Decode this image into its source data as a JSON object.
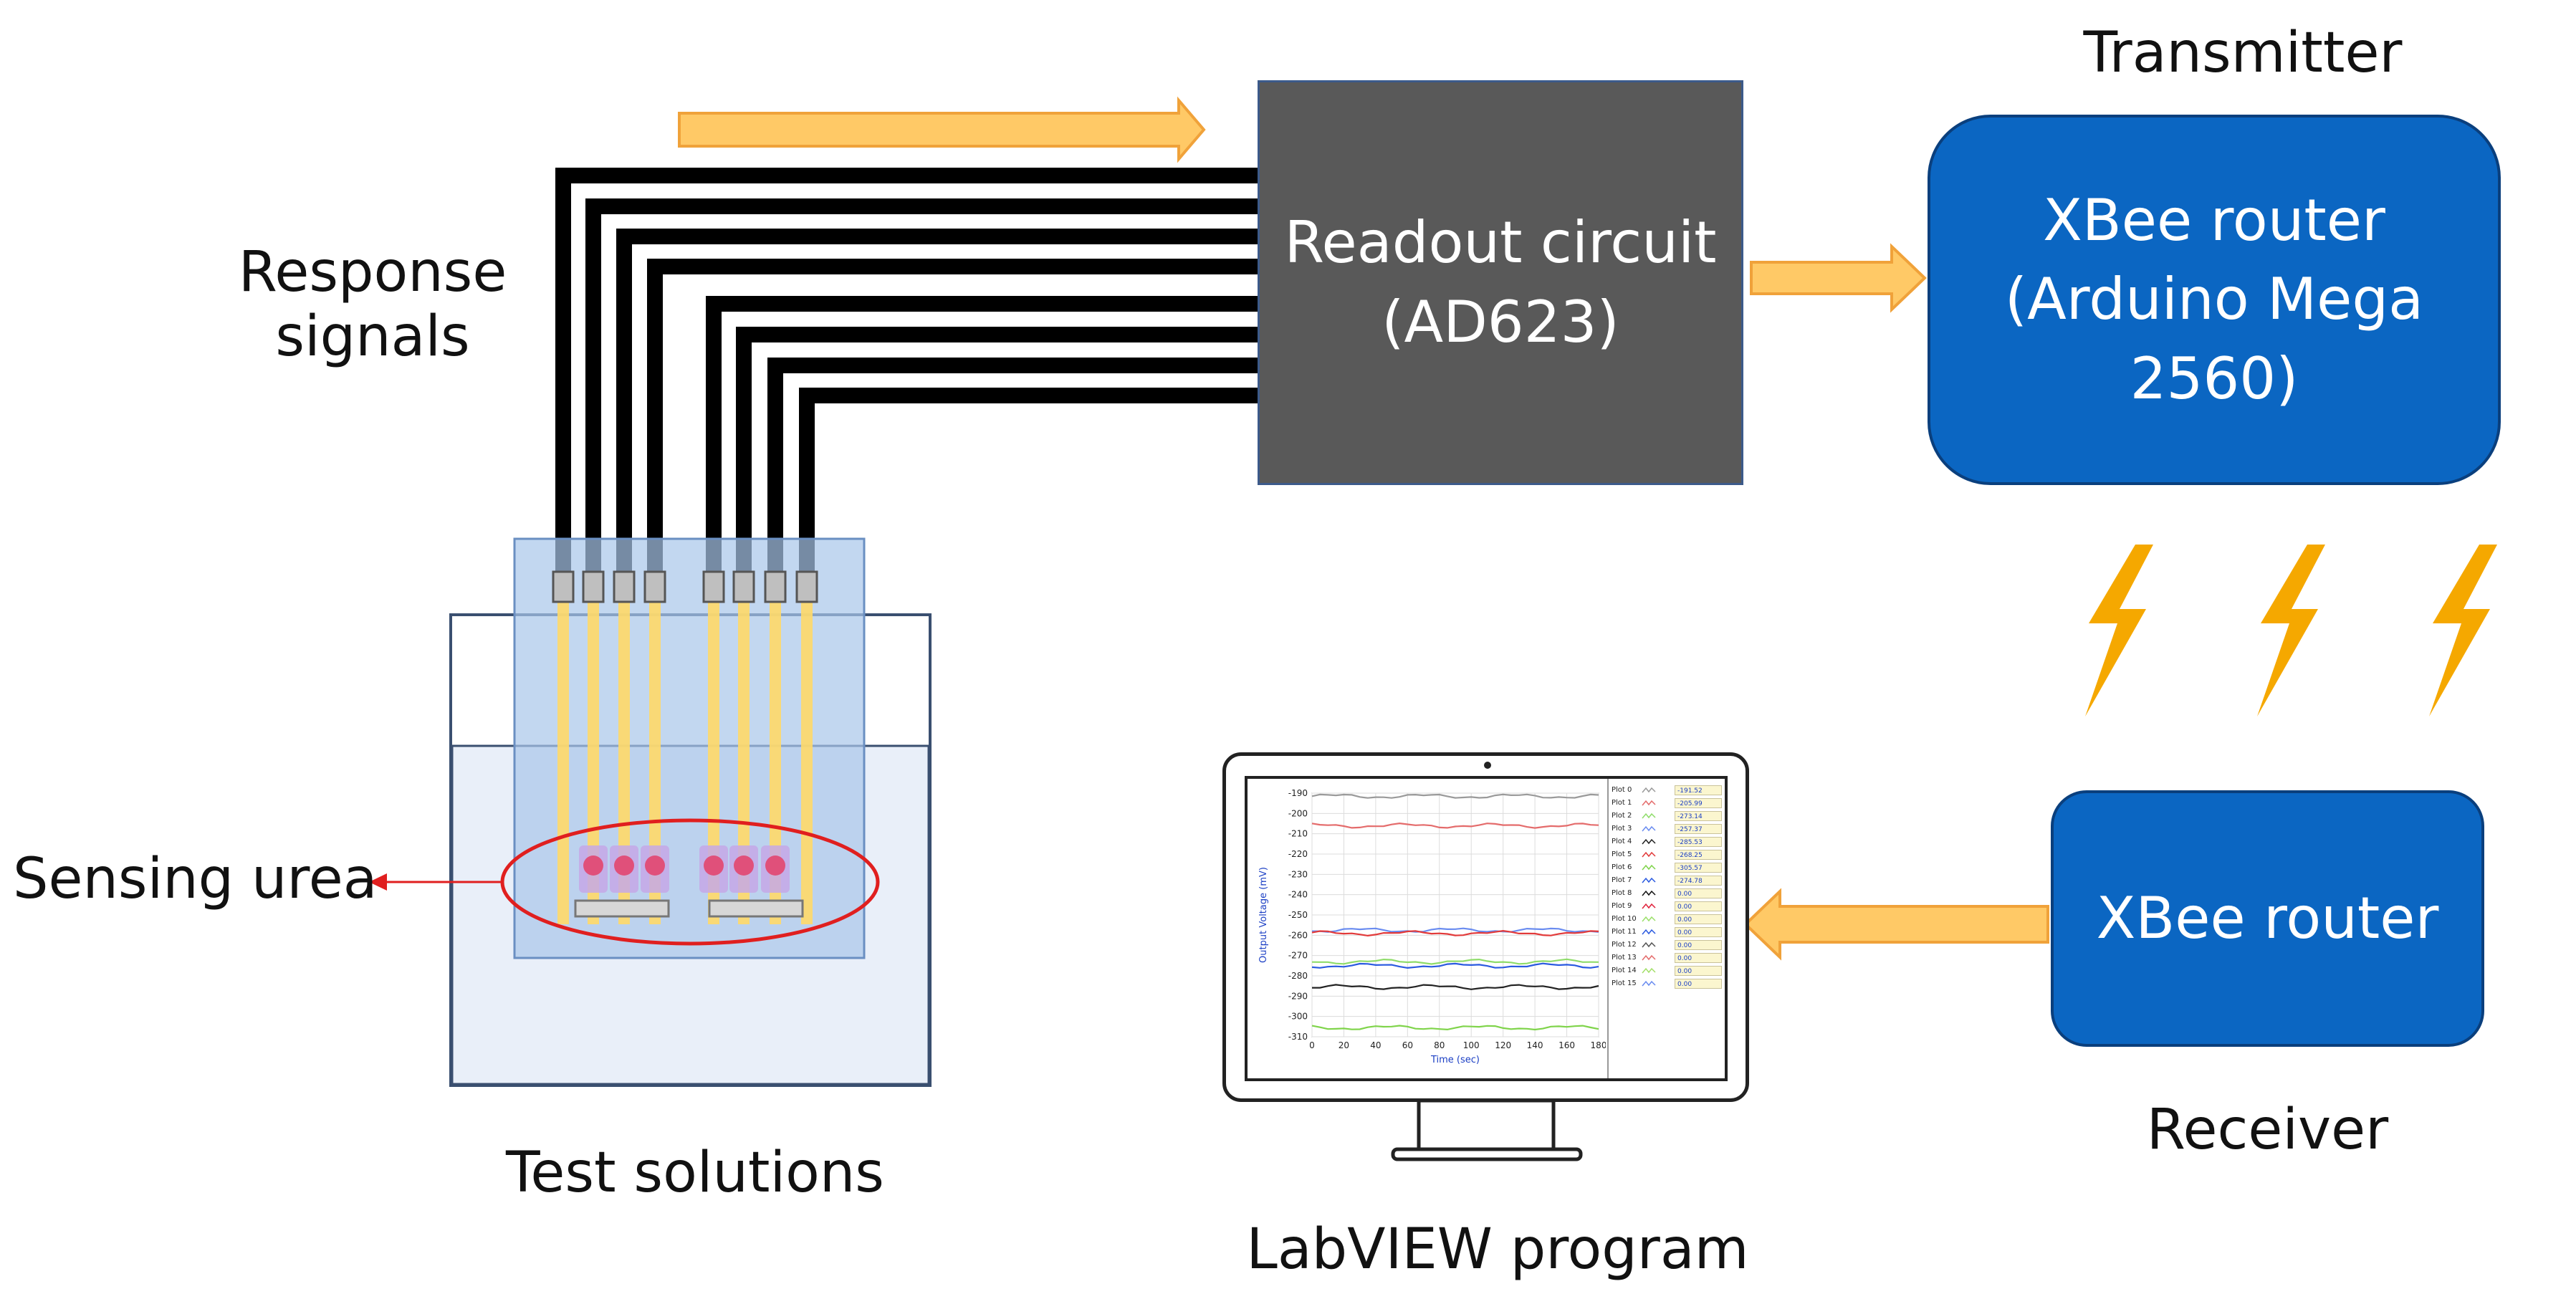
{
  "labels": {
    "response_signals": [
      "Response",
      "signals"
    ],
    "sensing_urea": "Sensing urea",
    "test_solutions": "Test solutions",
    "labview_program": "LabVIEW program",
    "transmitter": "Transmitter",
    "receiver": "Receiver"
  },
  "boxes": {
    "readout": [
      "Readout circuit",
      "(AD623)"
    ],
    "router_tx": [
      "XBee router",
      "(Arduino Mega 2560)"
    ],
    "router_rx": [
      "XBee router"
    ]
  },
  "colors": {
    "readout_fill": "#595959",
    "router_fill": "#0b66c2",
    "arrow_fill": "#ffc966",
    "lightning": "#f5a800",
    "wire": "#000000"
  },
  "chart_data": {
    "type": "line",
    "xlabel": "Time (sec)",
    "ylabel": "Output Voltage (mV)",
    "x_ticks": [
      0,
      20,
      40,
      60,
      80,
      100,
      120,
      140,
      160,
      180
    ],
    "y_ticks": [
      -190,
      -200,
      -210,
      -220,
      -230,
      -240,
      -250,
      -260,
      -270,
      -280,
      -290,
      -300,
      -310
    ],
    "xlim": [
      0,
      180
    ],
    "ylim": [
      -310,
      -190
    ],
    "grid": true,
    "series": [
      {
        "name": "Plot 0",
        "value_label": "-191.52",
        "color": "#9a9a9a",
        "y": -191.5
      },
      {
        "name": "Plot 1",
        "value_label": "-205.99",
        "color": "#e46b6b",
        "y": -206
      },
      {
        "name": "Plot 2",
        "value_label": "-273.14",
        "color": "#8fdc6a",
        "y": -273
      },
      {
        "name": "Plot 3",
        "value_label": "-257.37",
        "color": "#6a8cf0",
        "y": -257.5
      },
      {
        "name": "Plot 4",
        "value_label": "-285.53",
        "color": "#222222",
        "y": -285.5
      },
      {
        "name": "Plot 5",
        "value_label": "-268.25",
        "color": "#e23a3a",
        "y": -259
      },
      {
        "name": "Plot 6",
        "value_label": "-305.57",
        "color": "#7fd44a",
        "y": -305.5
      },
      {
        "name": "Plot 7",
        "value_label": "-274.78",
        "color": "#2a5ae0",
        "y": -275
      },
      {
        "name": "Plot 8",
        "value_label": "0.00",
        "color": "#111111",
        "y": null
      },
      {
        "name": "Plot 9",
        "value_label": "0.00",
        "color": "#e0203a",
        "y": null
      },
      {
        "name": "Plot 10",
        "value_label": "0.00",
        "color": "#9be06a",
        "y": null
      },
      {
        "name": "Plot 11",
        "value_label": "0.00",
        "color": "#2a5ae0",
        "y": null
      },
      {
        "name": "Plot 12",
        "value_label": "0.00",
        "color": "#555555",
        "y": null
      },
      {
        "name": "Plot 13",
        "value_label": "0.00",
        "color": "#e46b6b",
        "y": null
      },
      {
        "name": "Plot 14",
        "value_label": "0.00",
        "color": "#a4e06a",
        "y": null
      },
      {
        "name": "Plot 15",
        "value_label": "0.00",
        "color": "#6a8cf0",
        "y": null
      }
    ]
  }
}
